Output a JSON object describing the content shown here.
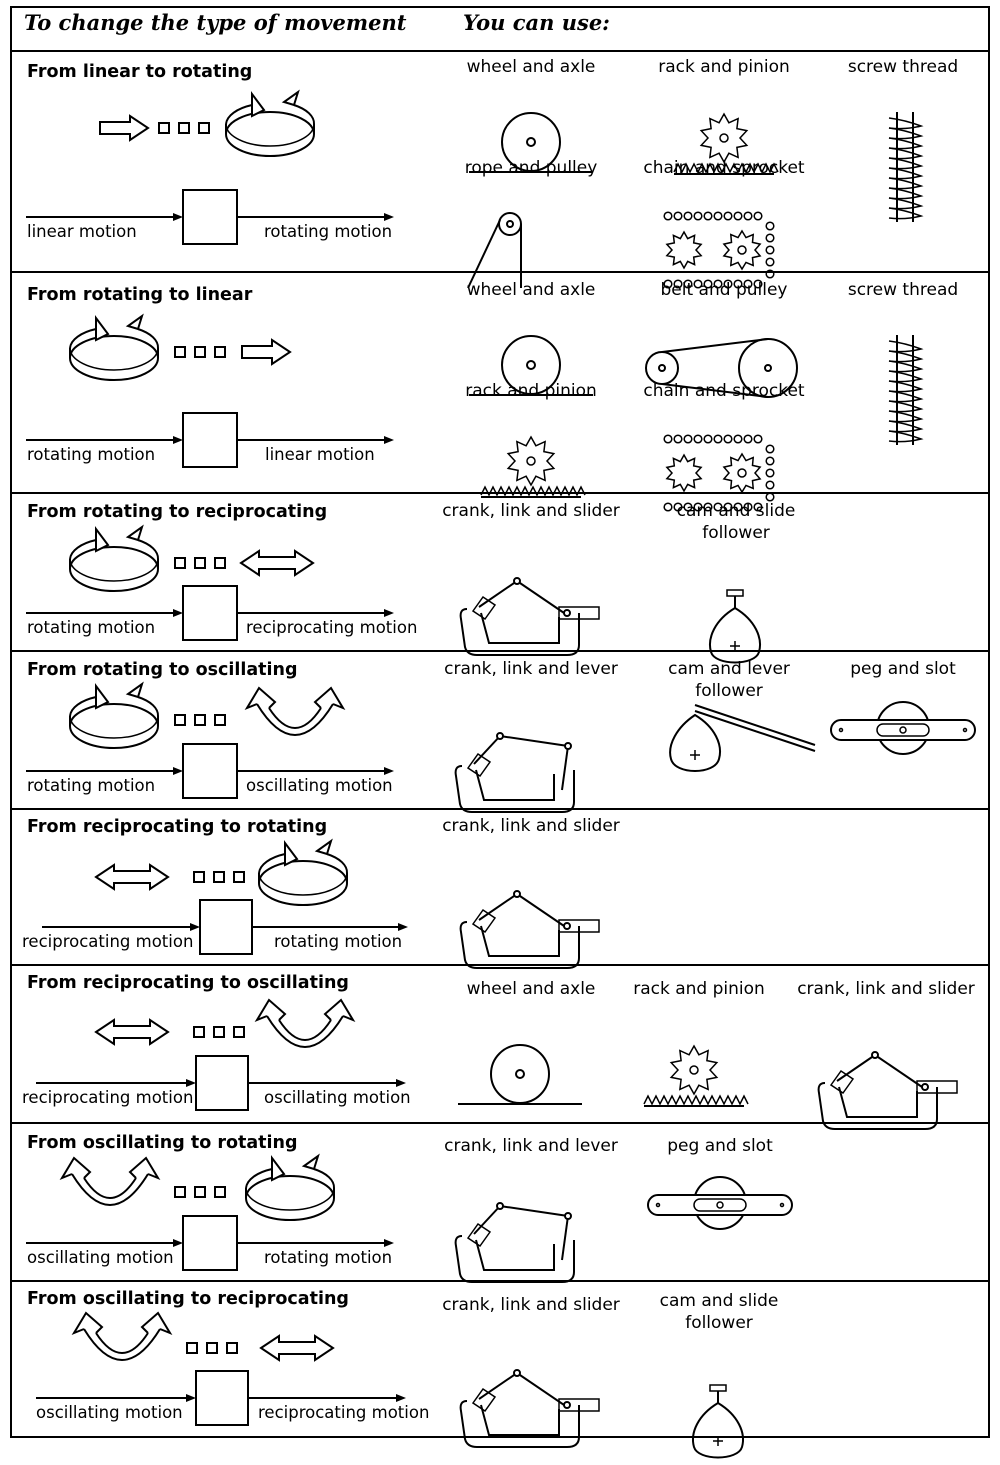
{
  "header": {
    "left": "To change the type of movement",
    "right": "You can use:"
  },
  "rows": [
    {
      "title": "From linear to rotating",
      "input_motion": "linear motion",
      "output_motion": "rotating motion",
      "mechanisms": [
        "wheel and axle",
        "rack and pinion",
        "screw thread",
        "rope and pulley",
        "chain and sprocket"
      ]
    },
    {
      "title": "From rotating to linear",
      "input_motion": "rotating motion",
      "output_motion": "linear motion",
      "mechanisms": [
        "wheel and axle",
        "belt and pulley",
        "screw thread",
        "rack and pinion",
        "chain and sprocket"
      ]
    },
    {
      "title": "From rotating to reciprocating",
      "input_motion": "rotating motion",
      "output_motion": "reciprocating motion",
      "mechanisms": [
        "crank, link and slider",
        "cam and slide follower"
      ]
    },
    {
      "title": "From rotating to oscillating",
      "input_motion": "rotating motion",
      "output_motion": "oscillating motion",
      "mechanisms": [
        "crank, link and lever",
        "cam and lever follower",
        "peg and slot"
      ]
    },
    {
      "title": "From reciprocating to rotating",
      "input_motion": "reciprocating motion",
      "output_motion": "rotating motion",
      "mechanisms": [
        "crank, link and slider"
      ]
    },
    {
      "title": "From reciprocating to oscillating",
      "input_motion": "reciprocating motion",
      "output_motion": "oscillating motion",
      "mechanisms": [
        "wheel and axle",
        "rack and pinion",
        "crank, link and slider"
      ]
    },
    {
      "title": "From oscillating to rotating",
      "input_motion": "oscillating motion",
      "output_motion": "rotating motion",
      "mechanisms": [
        "crank, link and lever",
        "peg and slot"
      ]
    },
    {
      "title": "From oscillating to reciprocating",
      "input_motion": "oscillating motion",
      "output_motion": "reciprocating motion",
      "mechanisms": [
        "crank, link and slider",
        "cam and slide follower"
      ]
    }
  ]
}
